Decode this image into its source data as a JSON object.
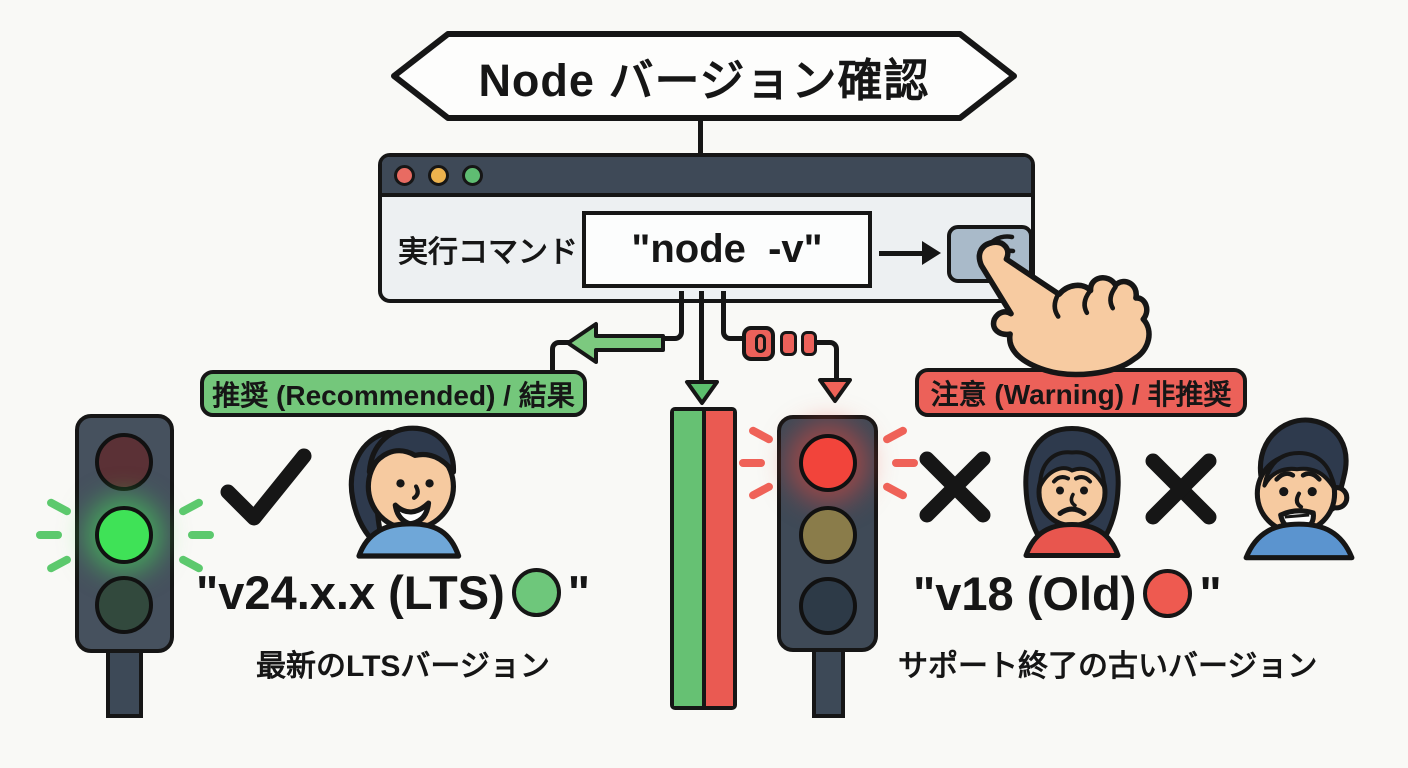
{
  "banner": {
    "title": "Node バージョン確認"
  },
  "window": {
    "command_label": "実行コマンド",
    "command_text": "\"node  -v\"",
    "dot_colors": {
      "red": "#e86b62",
      "yellow": "#ecb24d",
      "green": "#5fbd72"
    }
  },
  "recommended": {
    "badge": "推奨 (Recommended) / 結果",
    "badge_color": "#74c77b",
    "result_prefix": "\"v24.x.x (LTS)",
    "result_suffix": "\"",
    "dot_color": "#6ec77b",
    "note": "最新のLTSバージョン"
  },
  "warning": {
    "badge": "注意 (Warning) / 非推奨",
    "badge_color": "#ec6159",
    "result_prefix": "\"v18 (Old)",
    "result_suffix": "\"",
    "dot_color": "#ee5a50",
    "note": "サポート終了の古いバージョン"
  },
  "colors": {
    "outline": "#161616",
    "titlebar": "#3e4957",
    "traffic_body": "#46515e",
    "lit_green": "#3fe257",
    "lit_red": "#f2443b",
    "flow_green": "#7cc97f",
    "flow_red": "#ec615a"
  }
}
